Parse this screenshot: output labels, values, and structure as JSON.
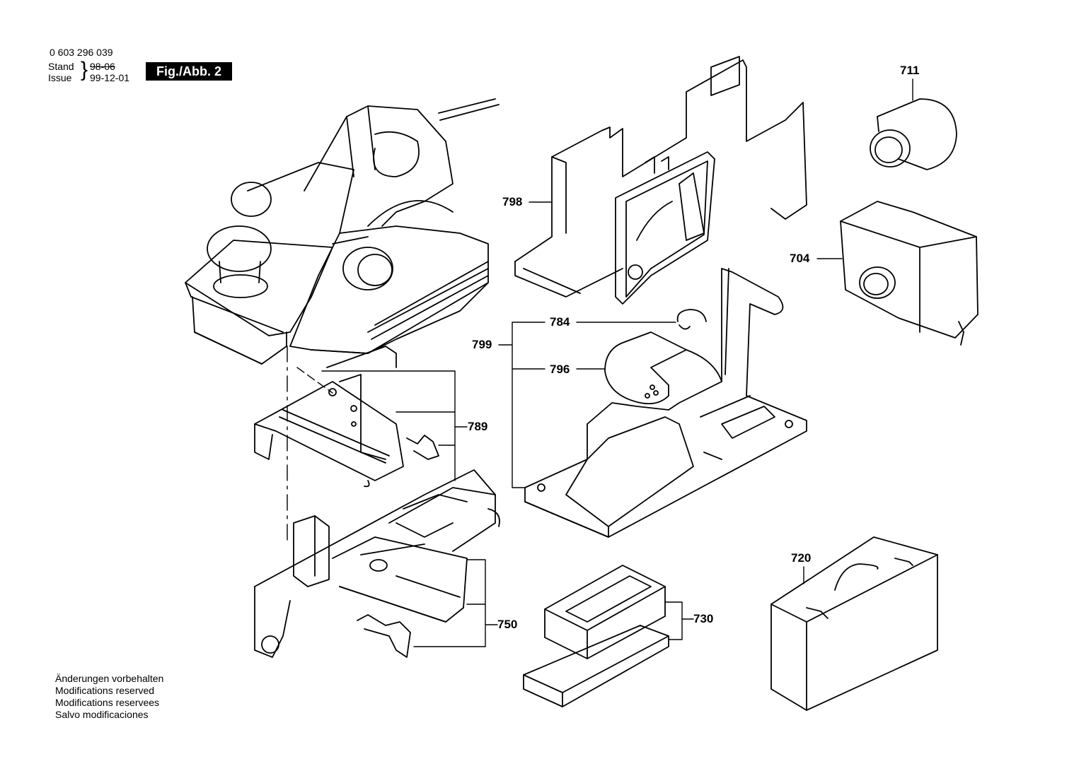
{
  "header": {
    "part_number": "0 603 296 039",
    "stand_label": "Stand",
    "issue_label": "Issue",
    "stand_date": "98-06",
    "issue_date": "99-12-01",
    "figure_label": "Fig./Abb. 2"
  },
  "callouts": {
    "c711": "711",
    "c798": "798",
    "c704": "704",
    "c784": "784",
    "c799": "799",
    "c796": "796",
    "c789": "789",
    "c750": "750",
    "c720": "720",
    "c730": "730"
  },
  "footer": {
    "line1": "Änderungen vorbehalten",
    "line2": "Modifications reserved",
    "line3": "Modifications reservees",
    "line4": "Salvo modificaciones"
  }
}
